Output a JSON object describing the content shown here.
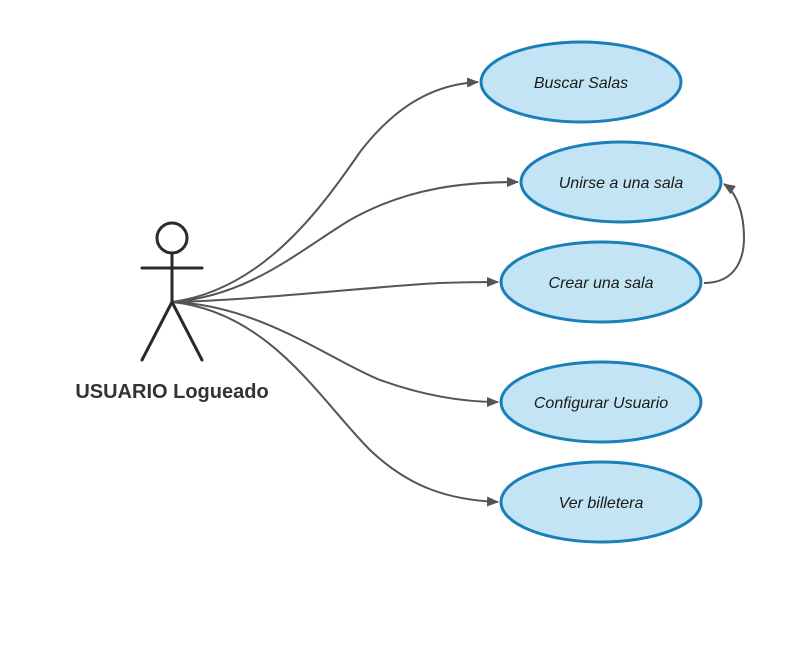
{
  "actor": {
    "name": "USUARIO Logueado"
  },
  "use_cases": [
    {
      "id": "buscar-salas",
      "label": "Buscar Salas"
    },
    {
      "id": "unirse-sala",
      "label": "Unirse a una sala"
    },
    {
      "id": "crear-sala",
      "label": "Crear una sala"
    },
    {
      "id": "configurar-usuario",
      "label": "Configurar Usuario"
    },
    {
      "id": "ver-billetera",
      "label": "Ver billetera"
    }
  ],
  "relations": [
    {
      "from": "actor",
      "to": "buscar-salas"
    },
    {
      "from": "actor",
      "to": "unirse-sala"
    },
    {
      "from": "actor",
      "to": "crear-sala"
    },
    {
      "from": "actor",
      "to": "configurar-usuario"
    },
    {
      "from": "actor",
      "to": "ver-billetera"
    },
    {
      "from": "crear-sala",
      "to": "unirse-sala"
    }
  ],
  "colors": {
    "use_case_fill": "#c3e4f5",
    "use_case_stroke": "#1a7fb8",
    "connector": "#555555",
    "actor": "#2b2b2b"
  }
}
